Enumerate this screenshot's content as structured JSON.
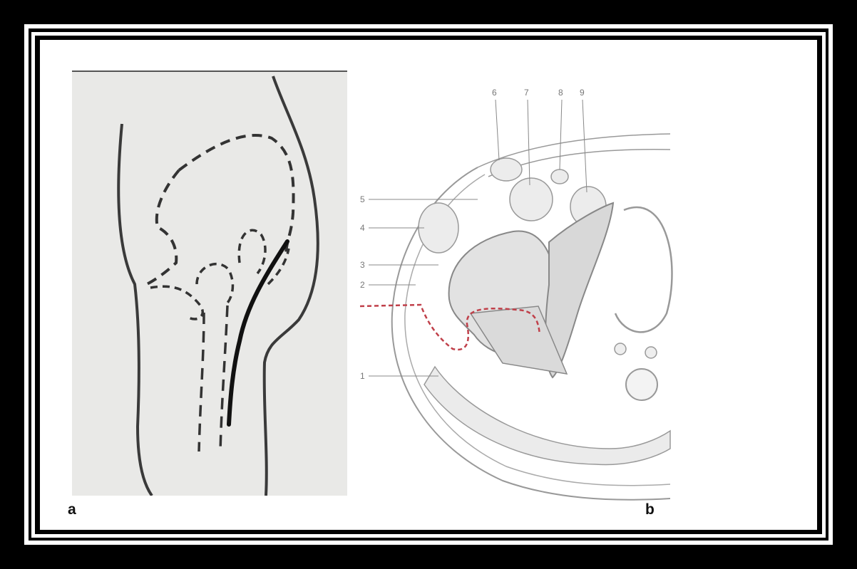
{
  "panels": {
    "a": {
      "label": "a"
    },
    "b": {
      "label": "b",
      "callouts": [
        "1",
        "2",
        "3",
        "4",
        "5",
        "6",
        "7",
        "8",
        "9"
      ]
    }
  },
  "colors": {
    "frame": "#000000",
    "border": "#ffffff",
    "ink": "#2a2a2a",
    "incision": "#c0404a"
  }
}
